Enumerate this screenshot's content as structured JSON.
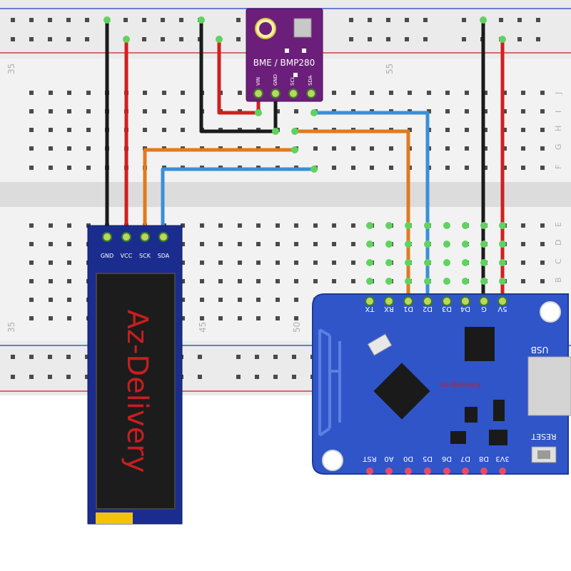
{
  "breadboard": {
    "column_labels_top": [
      "35",
      "55"
    ],
    "column_labels_bottom": [
      "35",
      "45",
      "50"
    ],
    "row_labels_top": [
      "J",
      "I",
      "H",
      "G",
      "F"
    ],
    "row_labels_bottom": [
      "E",
      "D",
      "C",
      "B"
    ]
  },
  "sensor": {
    "name": "BME / BMP280",
    "pins": [
      "VIN",
      "GND",
      "SCL",
      "SDA"
    ],
    "color": "#6b1f7a"
  },
  "display": {
    "pins": [
      "GND",
      "VCC",
      "SCK",
      "SDA"
    ],
    "text": "Az-Delivery",
    "text_color": "#c81e1e",
    "board_color": "#1a2d8f"
  },
  "mcu": {
    "top_pins": [
      "TX",
      "RX",
      "D1",
      "D2",
      "D3",
      "D4",
      "G",
      "5V"
    ],
    "bottom_pins": [
      "RST",
      "A0",
      "D0",
      "D5",
      "D6",
      "D7",
      "D8",
      "3V3"
    ],
    "usb_label": "USB",
    "reset_label": "RESET",
    "chip_text": "Az-Delivery",
    "board_color": "#2f55c9"
  },
  "wires": {
    "black": "#1a1a1a",
    "red": "#d11f1f",
    "orange": "#e07a1f",
    "blue": "#3a8fd8"
  }
}
